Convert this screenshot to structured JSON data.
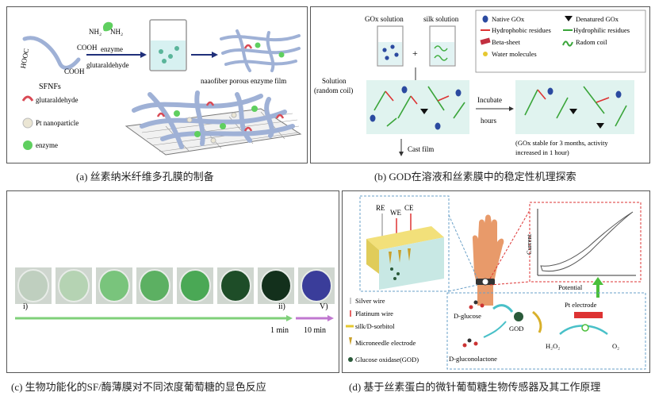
{
  "panel_a": {
    "caption": "(a) 丝素纳米纤维多孔膜的制备",
    "labels": {
      "cooh1": "HOOC",
      "cooh2": "COOH",
      "cooh3": "COOH",
      "nh2a": "NH₂",
      "nh2b": "NH₂",
      "enzyme_top": "enzyme",
      "glutaraldehyde_top": "glutaraldehyde",
      "sfnfs": "SFNFs",
      "film": "naaofiber porous enzyme film"
    },
    "legend": [
      {
        "label": "glutaraldehyde"
      },
      {
        "label": "Pt nanoparticle"
      },
      {
        "label": "enzyme"
      }
    ]
  },
  "panel_b": {
    "caption": "(b) GOD在溶液和丝素膜中的稳定性机理探索",
    "beaker1": "GOx solution",
    "beaker2": "silk solution",
    "plus": "+",
    "solution": "Solution",
    "random_coil": "(random coil)",
    "incubate": "Incubate",
    "hours": "hours",
    "cast": "Cast film",
    "note1": "(GOx stable for 3 months, activity",
    "note2": "increased in 1 hour)",
    "legend": [
      {
        "label": "Native GOx"
      },
      {
        "label": "Denatured GOx"
      },
      {
        "label": "Hydrophobic residues"
      },
      {
        "label": "Hydrophilic residues"
      },
      {
        "label": "Beta-sheet"
      },
      {
        "label": "Radom coil"
      },
      {
        "label": "Water molecules"
      }
    ]
  },
  "panel_c": {
    "caption": "(c) 生物功能化的SF/酶薄膜对不同浓度葡萄糖的显色反应",
    "m1": "i)",
    "m2": "ii)",
    "m3": "V)",
    "t1": "1 min",
    "t2": "10 min",
    "well_colors": [
      "#bfcfbf",
      "#b5d3b3",
      "#79c47c",
      "#5cb062",
      "#4aa855",
      "#1e4d28",
      "#13301c",
      "#3a3d9a"
    ]
  },
  "panel_d": {
    "caption": "(d) 基于丝素蛋白的微针葡萄糖生物传感器及其工作原理",
    "re": "RE",
    "we": "WE",
    "ce": "CE",
    "current": "Current",
    "potential": "Potential",
    "pt_electrode": "Pt electrode",
    "d_glucose": "D-glucose",
    "god": "GOD",
    "h2o2": "H₂O₂",
    "o2": "O₂",
    "gluconolactone": "D-gluconolactone",
    "legend": [
      {
        "label": "Silver wire"
      },
      {
        "label": "Platinum wire"
      },
      {
        "label": "silk/D-sorbitol"
      },
      {
        "label": "Microneedle electrode"
      },
      {
        "label": "Glucose oxidase(GOD)"
      }
    ]
  },
  "colors": {
    "fiber": "#9fb1d6",
    "glut": "#d94a55",
    "enzyme": "#5fcf5f",
    "graphene": "#777777"
  }
}
